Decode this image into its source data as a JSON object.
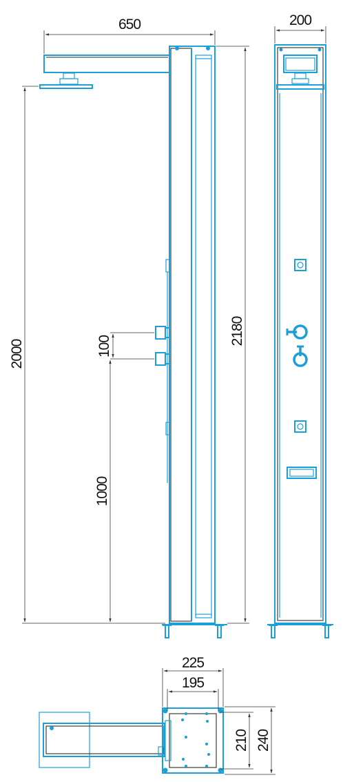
{
  "drawing": {
    "colors": {
      "outline": "#1a9fd8",
      "inner": "#2a2a2a",
      "dimension": "#333333"
    },
    "side_view": {
      "dimensions": {
        "arm_length": "650",
        "total_height": "2180",
        "head_height": "2000",
        "mixer_spacing": "100",
        "mixer_height": "1000"
      }
    },
    "front_view": {
      "dimensions": {
        "width": "200"
      }
    },
    "top_view": {
      "dimensions": {
        "outer_width": "225",
        "inner_width": "195",
        "inner_depth": "210",
        "outer_depth": "240"
      }
    }
  }
}
